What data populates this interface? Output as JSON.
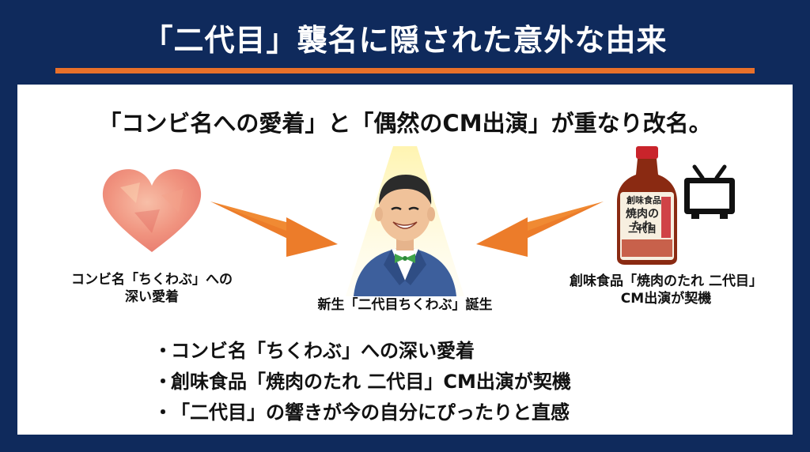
{
  "title": "「二代目」襲名に隠された意外な由来",
  "headline": "「コンビ名への愛着」と「偶然のCM出演」が重なり改名。",
  "left": {
    "icon": "heart-icon",
    "caption_line1": "コンビ名「ちくわぶ」への",
    "caption_line2": "深い愛着"
  },
  "center": {
    "icon": "person-illustration",
    "caption": "新生「二代目ちくわぶ」誕生"
  },
  "right": {
    "icon": "sauce-bottle-icon",
    "tv_icon": "tv-icon",
    "bottle_label_line1": "創味食品",
    "bottle_label_line2": "焼肉のたれ",
    "bottle_label_line3": "二代目",
    "caption_line1": "創味食品「焼肉のたれ 二代目」",
    "caption_line2": "CM出演が契機"
  },
  "bullets": [
    "コンビ名「ちくわぶ」への深い愛着",
    "創味食品「焼肉のたれ 二代目」CM出演が契機",
    "「二代目」の響きが今の自分にぴったりと直感"
  ],
  "bullet_marker": "・",
  "colors": {
    "background": "#0f2a5c",
    "accent": "#e8702a",
    "card": "#ffffff"
  }
}
